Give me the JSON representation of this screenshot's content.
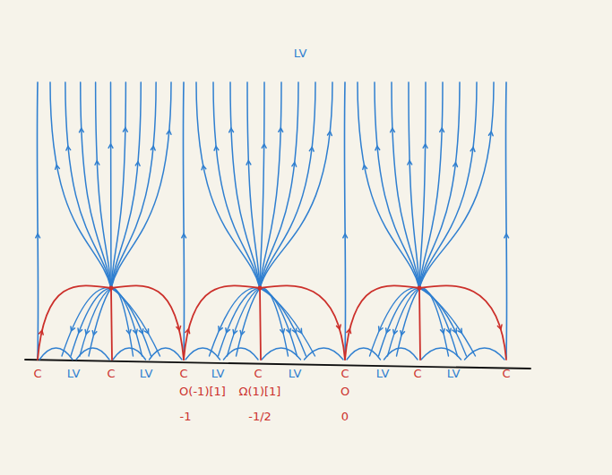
{
  "diagram": {
    "labels": [
      "LV",
      "C",
      "LV",
      "C",
      "LV",
      "C",
      "LV",
      "C",
      "LV",
      "C",
      "LV",
      "C",
      "LV",
      "C",
      "O(-1)[1]",
      "Ω(1)[1]",
      "O",
      "-1",
      "-1/2",
      "0"
    ]
  }
}
